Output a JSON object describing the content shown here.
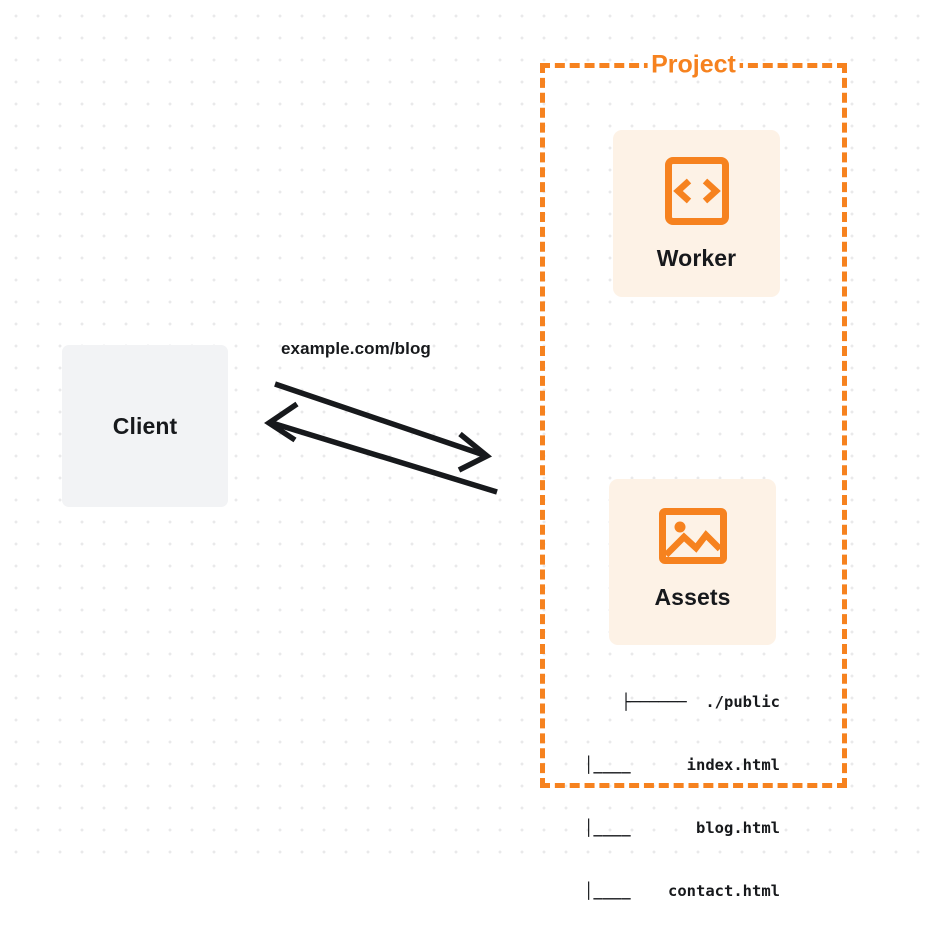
{
  "diagram": {
    "title": "Client to Project Worker and Assets request flow",
    "background": {
      "style": "dot-grid",
      "dot_color": "#e9e9ea",
      "page_color": "#ffffff"
    },
    "colors": {
      "accent_orange": "#f6821f",
      "card_fill": "#fdf2e6",
      "client_fill": "#f2f3f5",
      "text_dark": "#17191c",
      "edge_stroke": "#17191c"
    },
    "nodes": {
      "client": {
        "label": "Client",
        "fill": "#f2f3f5"
      },
      "worker": {
        "label": "Worker",
        "icon": "code-brackets-icon",
        "fill": "#fdf2e6"
      },
      "assets": {
        "label": "Assets",
        "icon": "image-picture-icon",
        "fill": "#fdf2e6"
      }
    },
    "group": {
      "label": "Project",
      "border_style": "dashed",
      "border_color": "#f6821f"
    },
    "file_tree": {
      "rows": [
        "├──────  ./public",
        "│____      index.html",
        "│____       blog.html",
        "│____    contact.html"
      ]
    },
    "edges": [
      {
        "name": "request-edge",
        "label": "example.com/blog",
        "direction": "client-to-project",
        "arrowhead": "right"
      },
      {
        "name": "response-edge",
        "label": "",
        "direction": "project-to-client",
        "arrowhead": "left"
      }
    ]
  }
}
